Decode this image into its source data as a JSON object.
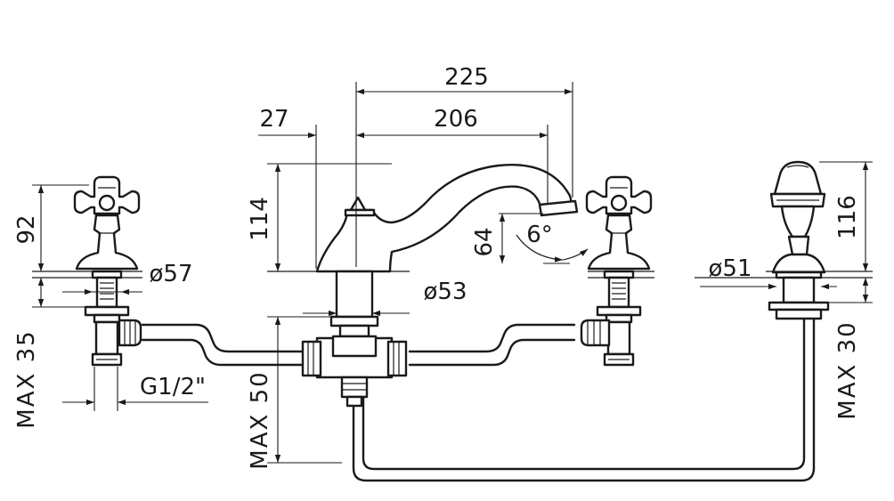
{
  "dimensions": {
    "overall_reach": "225",
    "spout_offset": "27",
    "spout_reach": "206",
    "spout_height": "114",
    "spout_outlet_height": "64",
    "swivel_angle": "6°",
    "left_handle_height": "92",
    "left_handle_diameter": "ø57",
    "left_max_depth": "MAX 35",
    "thread_size": "G1/2\"",
    "spout_base_diameter": "ø53",
    "mixer_max_depth": "MAX 50",
    "shower_height": "116",
    "shower_diameter": "ø51",
    "shower_max_depth": "MAX 30"
  }
}
